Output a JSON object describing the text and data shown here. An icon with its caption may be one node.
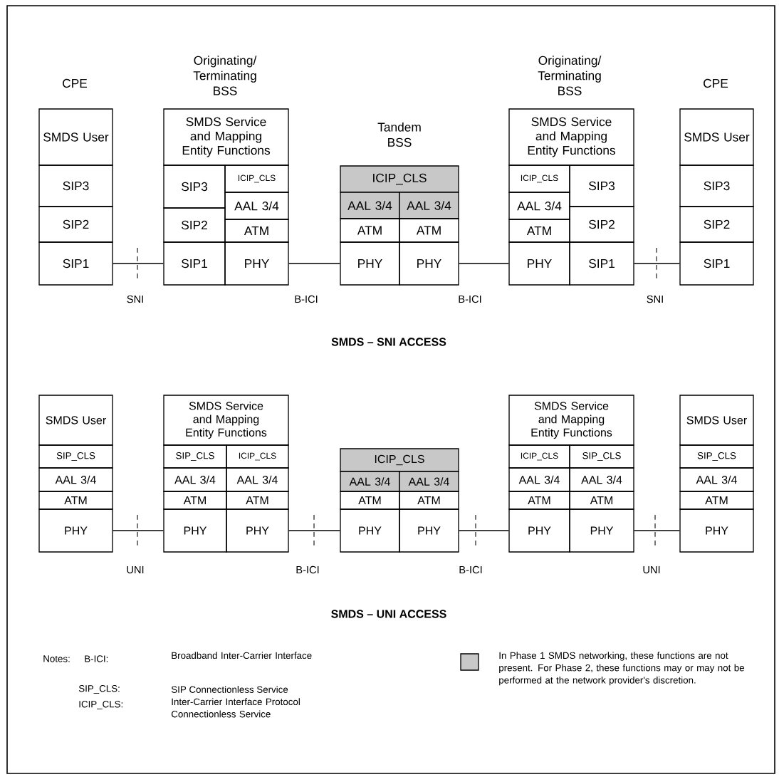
{
  "diagram": {
    "nodes": [
      {
        "text": [
          "SMDS User"
        ]
      },
      {
        "text": [
          "SIP3"
        ]
      },
      {
        "text": [
          "SIP2"
        ]
      },
      {
        "text": [
          "SIP1"
        ]
      },
      {
        "text": [
          "SMDS Service and Mapping Entity Functions"
        ]
      },
      {
        "text": [
          "SIP3"
        ]
      },
      {
        "text": [
          "SIP2"
        ]
      },
      {
        "text": [
          "SIP1"
        ]
      },
      {
        "text": [
          "ICIP_CLS"
        ]
      },
      {
        "text": [
          "AAL 3/4"
        ]
      },
      {
        "text": [
          "ATM"
        ]
      },
      {
        "text": [
          "PHY"
        ]
      },
      {
        "text": [
          "ICIP_CLS"
        ]
      },
      {
        "text": [
          "AAL 3/4"
        ]
      },
      {
        "text": [
          "AAL 3/4"
        ]
      },
      {
        "text": [
          "ATM"
        ]
      },
      {
        "text": [
          "ATM"
        ]
      },
      {
        "text": [
          "PHY"
        ]
      },
      {
        "text": [
          "PHY"
        ]
      },
      {
        "text": [
          "SMDS Service and Mapping Entity Functions"
        ]
      },
      {
        "text": [
          "ICIP_CLS"
        ]
      },
      {
        "text": [
          "AAL 3/4"
        ]
      },
      {
        "text": [
          "ATM"
        ]
      },
      {
        "text": [
          "PHY"
        ]
      },
      {
        "text": [
          "SIP3"
        ]
      },
      {
        "text": [
          "SIP2"
        ]
      },
      {
        "text": [
          "SIP1"
        ]
      },
      {
        "text": [
          "SMDS User"
        ]
      },
      {
        "text": [
          "SIP3"
        ]
      },
      {
        "text": [
          "SIP2"
        ]
      },
      {
        "text": [
          "SIP1"
        ]
      },
      {
        "text": [
          "SMDS User"
        ]
      },
      {
        "text": [
          "SIP_CLS"
        ]
      },
      {
        "text": [
          "AAL 3/4"
        ]
      },
      {
        "text": [
          "ATM"
        ]
      },
      {
        "text": [
          "PHY"
        ]
      },
      {
        "text": [
          "SMDS Service and Mapping Entity Functions"
        ]
      },
      {
        "text": [
          "SIP_CLS"
        ]
      },
      {
        "text": [
          "ICIP_CLS"
        ]
      },
      {
        "text": [
          "AAL 3/4"
        ]
      },
      {
        "text": [
          "AAL 3/4"
        ]
      },
      {
        "text": [
          "ATM"
        ]
      },
      {
        "text": [
          "ATM"
        ]
      },
      {
        "text": [
          "PHY"
        ]
      },
      {
        "text": [
          "PHY"
        ]
      },
      {
        "text": [
          "ICIP_CLS"
        ]
      },
      {
        "text": [
          "AAL 3/4"
        ]
      },
      {
        "text": [
          "AAL 3/4"
        ]
      },
      {
        "text": [
          "ATM"
        ]
      },
      {
        "text": [
          "ATM"
        ]
      },
      {
        "text": [
          "PHY"
        ]
      },
      {
        "text": [
          "PHY"
        ]
      },
      {
        "text": [
          "SMDS Service and Mapping Entity Functions"
        ]
      },
      {
        "text": [
          "ICIP_CLS"
        ]
      },
      {
        "text": [
          "SIP_CLS"
        ]
      },
      {
        "text": [
          "AAL 3/4"
        ]
      },
      {
        "text": [
          "AAL 3/4"
        ]
      },
      {
        "text": [
          "ATM"
        ]
      },
      {
        "text": [
          "ATM"
        ]
      },
      {
        "text": [
          "PHY"
        ]
      },
      {
        "text": [
          "PHY"
        ]
      },
      {
        "text": [
          "SMDS User"
        ]
      },
      {
        "text": [
          "SIP_CLS"
        ]
      },
      {
        "text": [
          "AAL 3/4"
        ]
      },
      {
        "text": [
          "ATM"
        ]
      },
      {
        "text": [
          "PHY"
        ]
      }
    ],
    "edges": [
      {
        "from": 3,
        "to": 7,
        "arrow": "none",
        "label": "SNI"
      },
      {
        "from": 11,
        "to": 17,
        "arrow": "none",
        "label": "B-ICI"
      },
      {
        "from": 18,
        "to": 23,
        "arrow": "none",
        "label": "B-ICI"
      },
      {
        "from": 26,
        "to": 30,
        "arrow": "none",
        "label": "SNI"
      },
      {
        "from": 35,
        "to": 43,
        "arrow": "none",
        "label": "UNI"
      },
      {
        "from": 44,
        "to": 50,
        "arrow": "none",
        "label": "B-ICI"
      },
      {
        "from": 51,
        "to": 59,
        "arrow": "none",
        "label": "B-ICI"
      },
      {
        "from": 60,
        "to": 65,
        "arrow": "none",
        "label": "UNI"
      }
    ],
    "labels": [
      "CPE",
      "Originating/ Terminating BSS",
      "Tandem BSS",
      "Originating/ Terminating BSS",
      "CPE",
      "SMDS – SNI ACCESS",
      "SMDS – UNI ACCESS",
      "Notes:",
      "B-ICI:",
      "Broadband Inter-Carrier Interface",
      "SIP_CLS:",
      "SIP Connectionless Service",
      "ICIP_CLS:",
      "Inter-Carrier Interface Protocol Connectionless Service"
    ],
    "legend": [
      {
        "text": "In Phase 1 SMDS networking, these functions are not present.  For Phase 2, these functions may or may not be performed at the network provider's discretion.",
        "color": "#c8c8c8"
      }
    ]
  }
}
